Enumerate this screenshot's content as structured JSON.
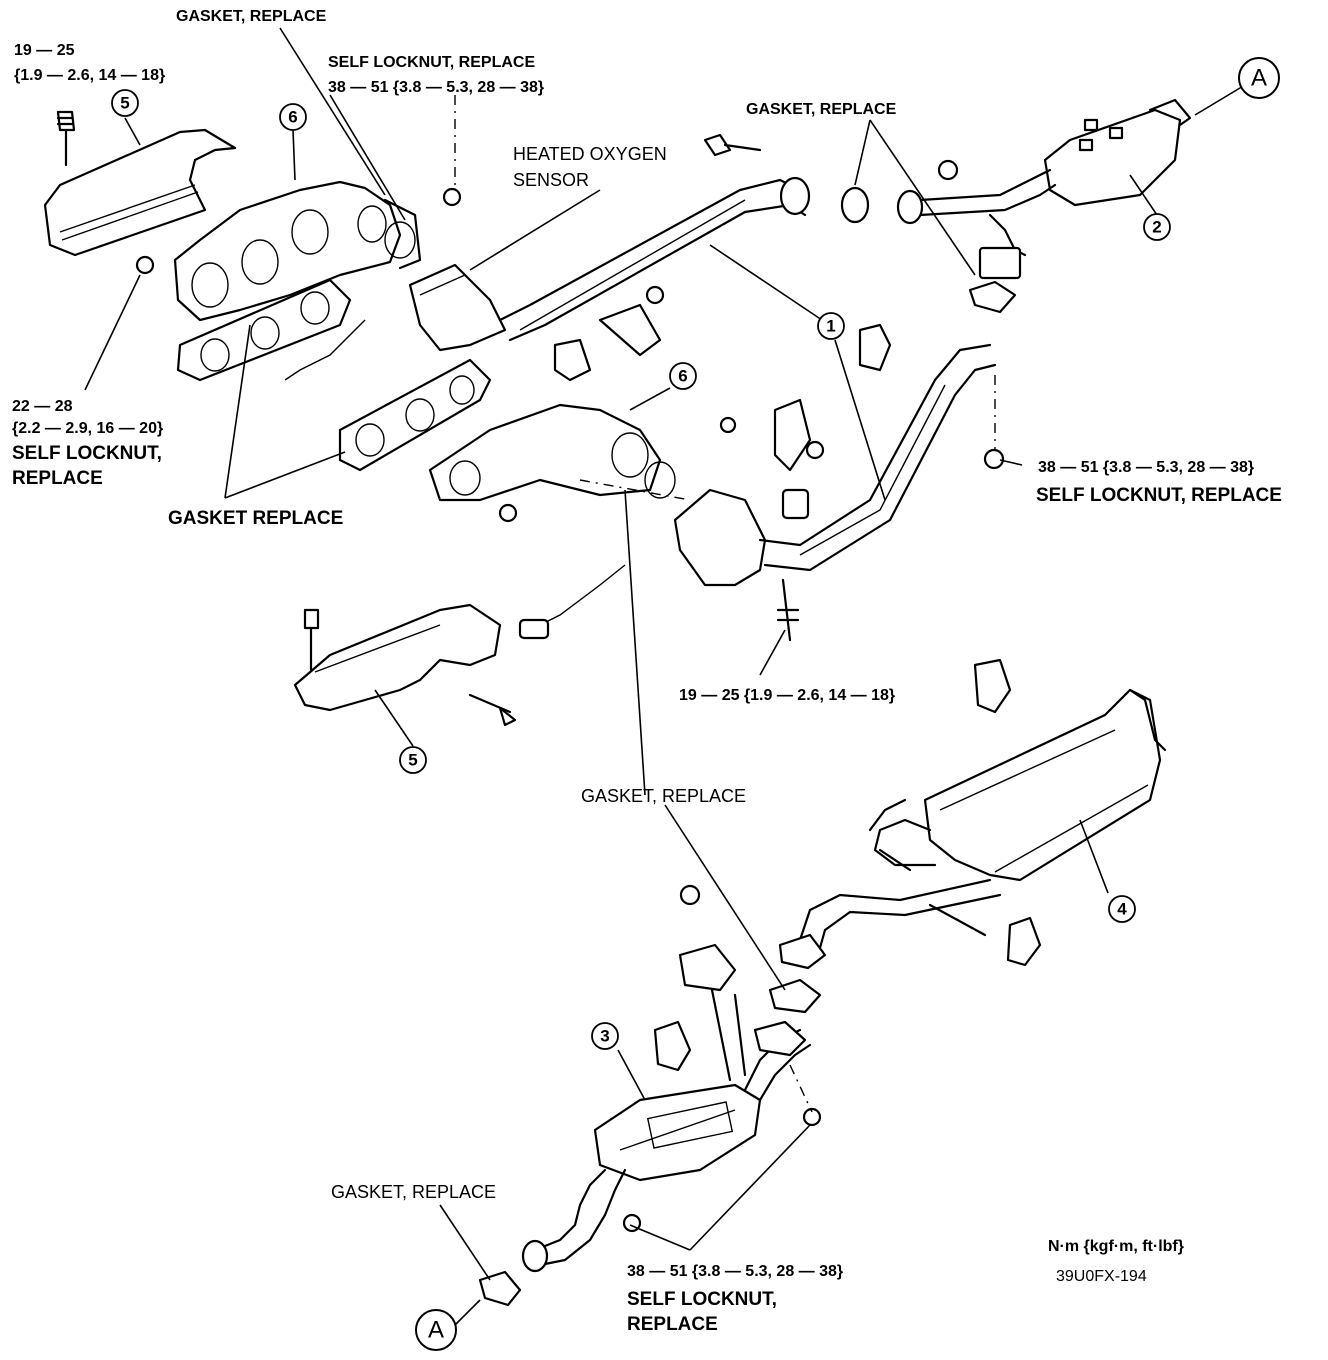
{
  "labels": {
    "gasket_replace_top": "GASKET, REPLACE",
    "torque_top_left_1": "19 — 25",
    "torque_top_left_2": "{1.9 — 2.6, 14 — 18}",
    "self_locknut_top_1": "SELF LOCKNUT, REPLACE",
    "self_locknut_top_2": "38 — 51 {3.8 — 5.3, 28 — 38}",
    "heated_oxygen_1": "HEATED OXYGEN",
    "heated_oxygen_2": "SENSOR",
    "gasket_replace_upper_right": "GASKET, REPLACE",
    "torque_left_1": "22 — 28",
    "torque_left_2": "{2.2 — 2.9, 16 — 20}",
    "self_locknut_left_1": "SELF LOCKNUT,",
    "self_locknut_left_2": "REPLACE",
    "gasket_replace_mid_left": "GASKET REPLACE",
    "torque_right_mid": "38 — 51 {3.8 — 5.3, 28 — 38}",
    "self_locknut_right_mid": "SELF LOCKNUT, REPLACE",
    "torque_center": "19 — 25 {1.9 — 2.6, 14 — 18}",
    "gasket_replace_center": "GASKET, REPLACE",
    "gasket_replace_bottom": "GASKET, REPLACE",
    "torque_bottom": "38 — 51 {3.8 — 5.3, 28 — 38}",
    "self_locknut_bottom_1": "SELF LOCKNUT,",
    "self_locknut_bottom_2": "REPLACE",
    "unit_note": "N·m {kgf·m, ft·lbf}",
    "figure_code": "39U0FX-194"
  },
  "callouts": {
    "c1": "1",
    "c2": "2",
    "c3": "3",
    "c4": "4",
    "c5_top": "5",
    "c5_bottom": "5",
    "c6_top": "6",
    "c6_mid": "6",
    "a_top": "A",
    "a_bottom": "A"
  }
}
